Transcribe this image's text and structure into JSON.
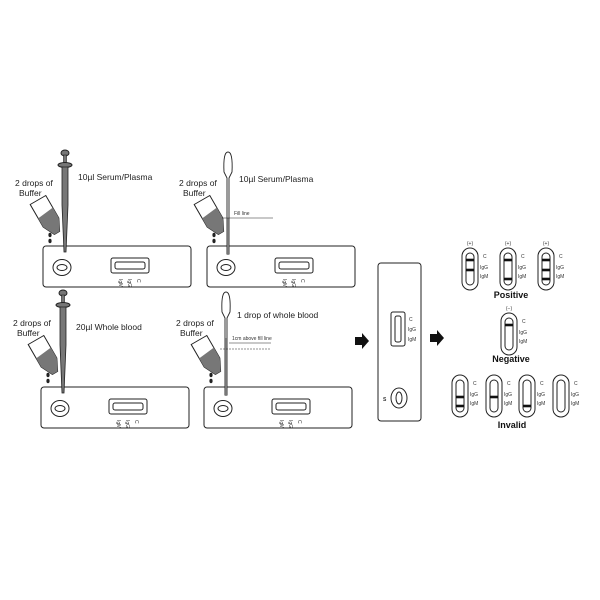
{
  "panels": [
    {
      "buffer": [
        "2 drops of",
        "Buffer"
      ],
      "sample": "10µl Serum/Plasma",
      "tool": "micropipette"
    },
    {
      "buffer": [
        "2 drops of",
        "Buffer"
      ],
      "sample": "10µl Serum/Plasma",
      "tool": "dropper",
      "note": "Fill line"
    },
    {
      "buffer": [
        "2 drops of",
        "Buffer"
      ],
      "sample": "20µl Whole blood",
      "tool": "micropipette"
    },
    {
      "buffer": [
        "2 drops of",
        "Buffer"
      ],
      "sample": "1 drop of whole blood",
      "tool": "dropper",
      "note": "1cm above  fill line"
    }
  ],
  "cassette_labels": {
    "c": "C",
    "igg": "IgG",
    "igm": "IgM",
    "s": "S"
  },
  "results": {
    "positive": {
      "title": "Positive",
      "mark": "(+)",
      "strips": [
        [
          "C",
          "IgG"
        ],
        [
          "C",
          "IgM"
        ],
        [
          "C",
          "IgG",
          "IgM"
        ]
      ]
    },
    "negative": {
      "title": "Negative",
      "mark": "(−)",
      "strips": [
        [
          "C"
        ]
      ]
    },
    "invalid": {
      "title": "Invalid",
      "strips": [
        [
          "IgG",
          "IgM"
        ],
        [
          "IgG"
        ],
        [
          "IgM"
        ],
        []
      ]
    }
  },
  "colors": {
    "ink": "#222222",
    "fluid": "#777777"
  }
}
